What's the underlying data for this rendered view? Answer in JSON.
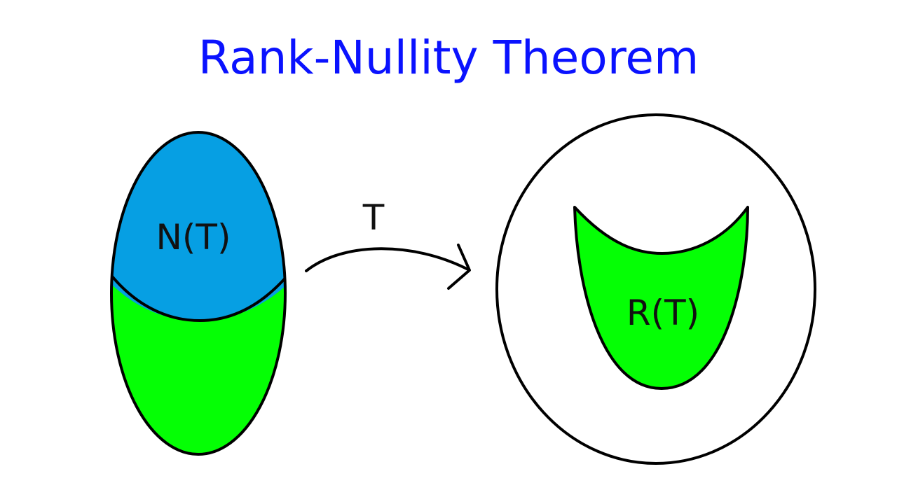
{
  "title": "Rank-Nullity Theorem",
  "labels": {
    "nullspace": "N(T)",
    "map": "T",
    "range": "R(T)"
  },
  "colors": {
    "title": "#0a12ff",
    "nullspace_fill": "#069fe3",
    "green_fill": "#05ff05",
    "outline": "#000000",
    "text": "#111111"
  }
}
